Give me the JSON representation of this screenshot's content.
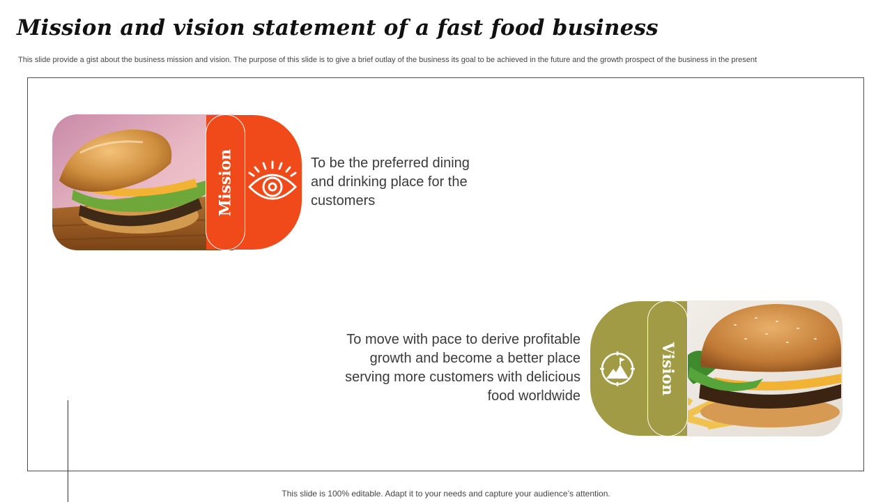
{
  "slide": {
    "title": "Mission and vision statement of a fast food business",
    "subtitle": "This slide provide a gist about the business mission and vision. The purpose of this slide is to give a brief outlay of the business its goal to be achieved in the future and the growth prospect of the business in the present",
    "footer": "This slide is 100% editable. Adapt it to your needs and capture your audience’s attention."
  },
  "mission": {
    "label": "Mission",
    "text": "To be the preferred dining and drinking place for the customers",
    "icon": "eye-target-icon",
    "color": "#f04a1b"
  },
  "vision": {
    "label": "Vision",
    "text": "To move with pace to derive profitable growth and become a better place serving more customers with delicious food worldwide",
    "icon": "mountain-flag-icon",
    "color": "#a19b45"
  }
}
